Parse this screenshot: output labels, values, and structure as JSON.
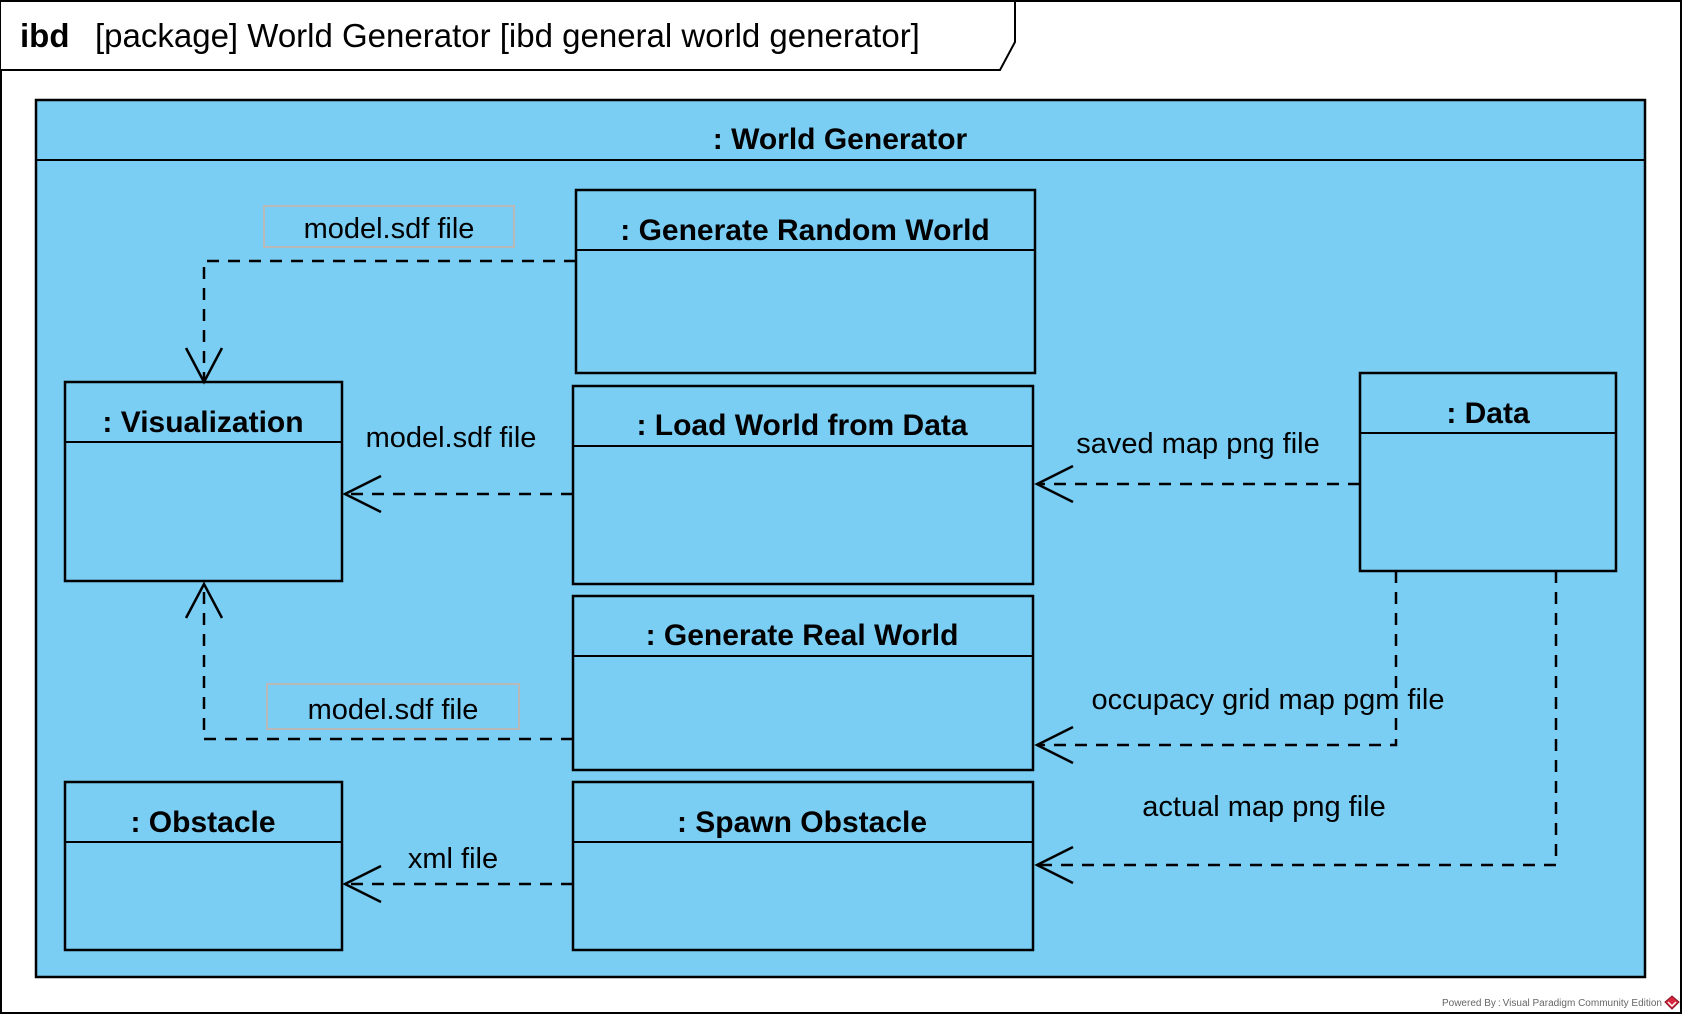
{
  "frame": {
    "keyword": "ibd",
    "title": "[package] World Generator [ibd general world generator]"
  },
  "container": {
    "title": ": World Generator"
  },
  "blocks": {
    "visualization": ": Visualization",
    "generate_random_world": ": Generate Random World",
    "load_world": ": Load World from Data",
    "data": ": Data",
    "generate_real_world": ": Generate Real World",
    "obstacle": ": Obstacle",
    "spawn_obstacle": ": Spawn Obstacle"
  },
  "connectors": {
    "random_to_vis": "model.sdf file",
    "load_to_vis": "model.sdf file",
    "real_to_vis": "model.sdf file",
    "data_to_load": "saved map png file",
    "data_to_real": "occupacy grid map pgm file",
    "data_to_spawn": "actual map png file",
    "spawn_to_obstacle": "xml file"
  },
  "footer": {
    "powered_by": "Powered By : Visual Paradigm Community Edition"
  },
  "colors": {
    "block_fill": "#7acef4",
    "line": "#000000",
    "label_box_border": "#b8b8b8"
  }
}
